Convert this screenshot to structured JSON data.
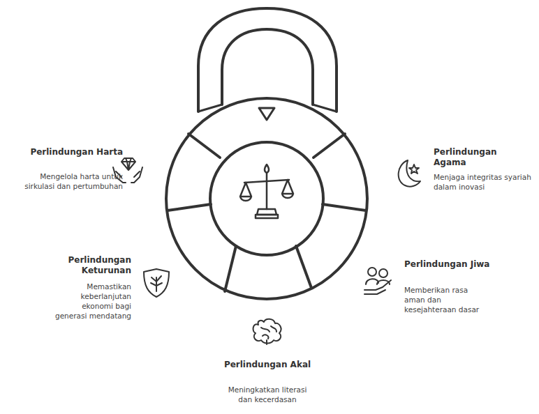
{
  "diagram": {
    "labels": [
      "Perlindungan Harta",
      "Mengelola harta untuk sirkulasi dan pertumbuhan",
      "Perlindungan Agama",
      "Menjaga integritas syariah dalam inovasi",
      "Perlindungan Keturunan",
      "Memastikan keberlanjutan ekonomi bagi generasi mendatang",
      "Perlindungan Jiwa",
      "Memberikan rasa aman dan kesejahteraan dasar",
      "Perlindungan Akal",
      "Meningkatkan literasi dan kecerdasan"
    ]
  }
}
